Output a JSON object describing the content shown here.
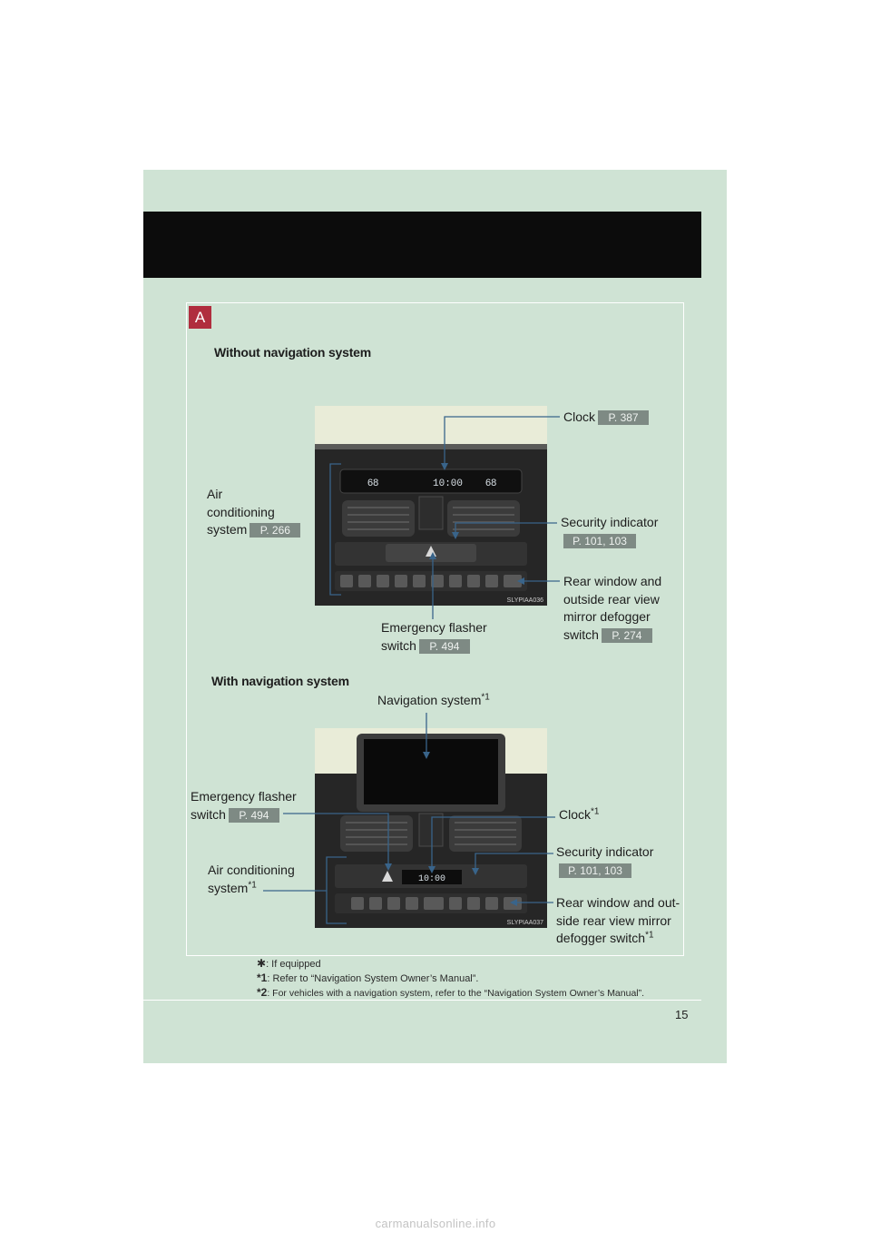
{
  "section_badge": "A",
  "page_number": "15",
  "watermark": "carmanualsonline.info",
  "without_nav": {
    "heading": "Without navigation system",
    "photo_code": "SLYPIAA036",
    "display_left": "68",
    "display_time": "10:00",
    "display_right": "68",
    "labels": {
      "clock": {
        "text": "Clock",
        "ref": "P. 387"
      },
      "air_conditioning": {
        "line1": "Air",
        "line2": "conditioning",
        "line3": "system",
        "ref": "P. 266"
      },
      "security_indicator": {
        "text": "Security indicator",
        "ref": "P. 101, 103"
      },
      "rear_window": {
        "line1": "Rear window and",
        "line2": "outside rear view",
        "line3": "mirror defogger",
        "line4": "switch",
        "ref": "P. 274"
      },
      "emergency_flasher": {
        "line1": "Emergency flasher",
        "line2": "switch",
        "ref": "P. 494"
      }
    }
  },
  "with_nav": {
    "heading": "With navigation system",
    "photo_code": "SLYPIAA037",
    "display_time": "10:00",
    "labels": {
      "navigation": {
        "text": "Navigation system",
        "mark": "*1"
      },
      "emergency_flasher": {
        "line1": "Emergency flasher",
        "line2": "switch",
        "ref": "P. 494"
      },
      "clock": {
        "text": "Clock",
        "mark": "*1"
      },
      "security_indicator": {
        "text": "Security indicator",
        "ref": "P. 101, 103"
      },
      "air_conditioning": {
        "line1": "Air conditioning",
        "line2": "system",
        "mark": "*1"
      },
      "rear_window": {
        "line1": "Rear window and out-",
        "line2": "side rear view  mirror",
        "line3": "defogger switch",
        "mark": "*1"
      }
    }
  },
  "footnotes": [
    {
      "mark": "✱",
      "text": ": If equipped"
    },
    {
      "mark": "*1",
      "text": ":  Refer to “Navigation System Owner’s Manual”."
    },
    {
      "mark": "*2",
      "text": ": For vehicles with a navigation system, refer to the “Navigation System Owner’s Manual”."
    }
  ],
  "colors": {
    "page_background": "#cfe3d4",
    "header_bar": "#0c0c0c",
    "badge": "#b02d3e",
    "ref_box": "#7e8a84",
    "callout_line": "#39648a"
  }
}
